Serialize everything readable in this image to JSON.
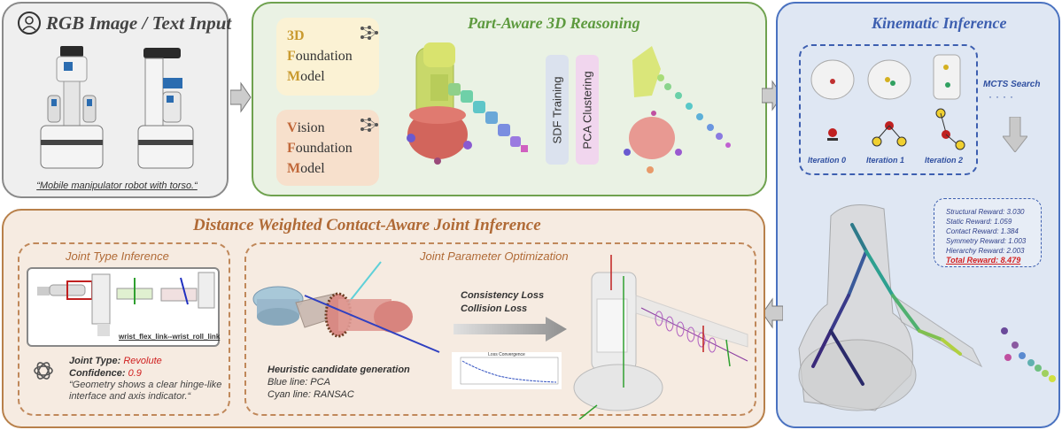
{
  "input_panel": {
    "title": "RGB Image / Text Input",
    "caption": "“Mobile manipulator robot with torso.“"
  },
  "reasoning_panel": {
    "title": "Part-Aware 3D Reasoning",
    "model3d": {
      "l1_cap": "3D",
      "l2_cap": "F",
      "l2_rest": "oundation",
      "l3_cap": "M",
      "l3_rest": "odel"
    },
    "vision": {
      "l1_cap": "V",
      "l1_rest": "ision",
      "l2_cap": "F",
      "l2_rest": "oundation",
      "l3_cap": "M",
      "l3_rest": "odel"
    },
    "sdf_label": "SDF Training",
    "pca_label": "PCA Clustering"
  },
  "kinematic_panel": {
    "title": "Kinematic Inference",
    "mcts_label": "MCTS Search",
    "iterations": [
      "Iteration 0",
      "Iteration 1",
      "Iteration 2"
    ],
    "rewards": {
      "structural": "Structural Reward: 3.030",
      "static": "Static Reward: 1.059",
      "contact": "Contact Reward: 1.384",
      "symmetry": "Symmetry Reward: 1.003",
      "hierarchy": "Hierarchy Reward: 2.003",
      "total": "Total Reward: 8.479"
    }
  },
  "joint_panel": {
    "title": "Distance Weighted Contact-Aware Joint Inference",
    "type_inference": {
      "title": "Joint Type Inference",
      "link_label": "wrist_flex_link--wrist_roll_link",
      "type_key": "Joint Type: ",
      "type_value": "Revolute",
      "conf_key": "Confidence: ",
      "conf_value": "0.9",
      "quote": "“Geometry shows a clear hinge-like interface and axis indicator.“"
    },
    "param_opt": {
      "title": "Joint Parameter Optimization",
      "loss1": "Consistency Loss",
      "loss2": "Collision Loss",
      "heuristic": "Heuristic candidate generation",
      "blue": "Blue line: PCA",
      "cyan": "Cyan line: RANSAC",
      "plot_title": "Loss Convergence"
    }
  },
  "colors": {
    "input_border": "#8a8a8a",
    "reasoning_border": "#6fa24f",
    "kinematic_border": "#4a72c0",
    "joint_border": "#b8804a"
  }
}
